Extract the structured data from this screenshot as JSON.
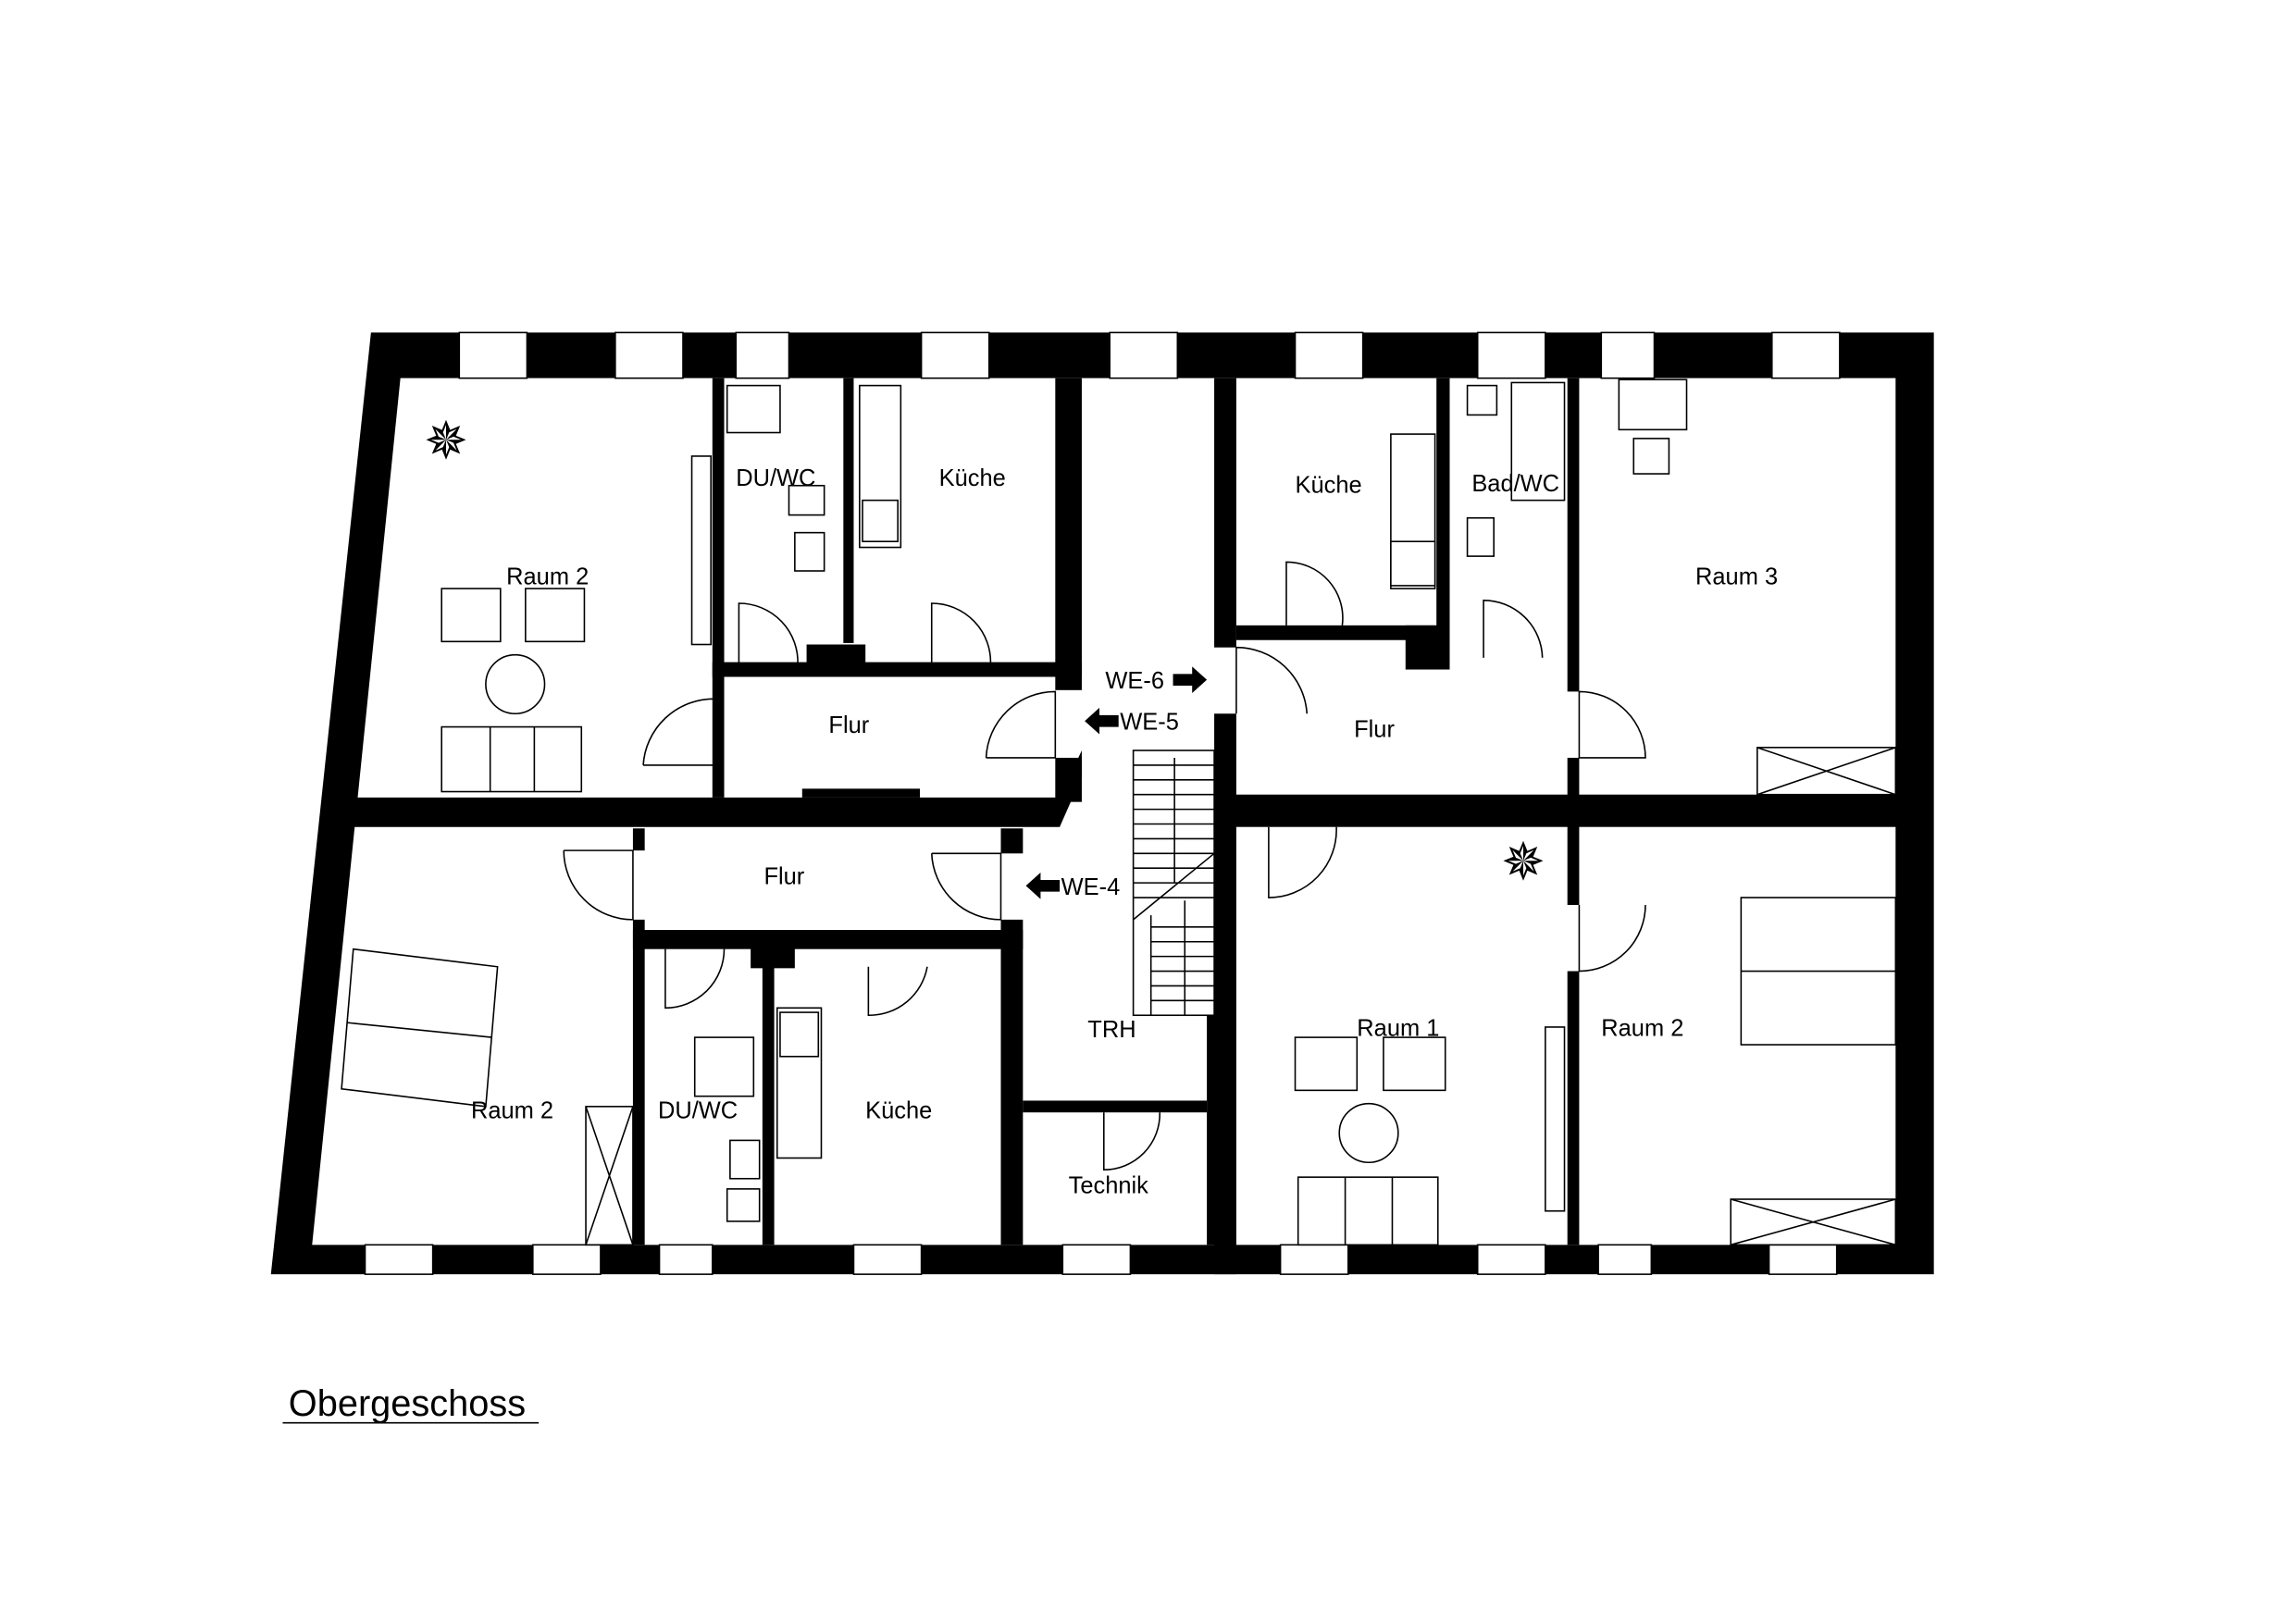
{
  "plan": {
    "title": "Obergeschoss",
    "rooms": {
      "raum2_top_left": "Raum 2",
      "duwc_top": "DU/WC",
      "kueche_top_left": "Küche",
      "flur_top_left": "Flur",
      "kueche_top_right": "Küche",
      "badwc": "Bad/WC",
      "raum3": "Raum 3",
      "flur_top_right": "Flur",
      "flur_bottom_left": "Flur",
      "raum2_bottom_left": "Raum 2",
      "duwc_bottom": "DU/WC",
      "kueche_bottom": "Küche",
      "trh": "TRH",
      "technik": "Technik",
      "raum1": "Raum 1",
      "raum2_bottom_right": "Raum 2"
    },
    "units": {
      "we6": "WE-6",
      "we5": "WE-5",
      "we4": "WE-4"
    }
  }
}
